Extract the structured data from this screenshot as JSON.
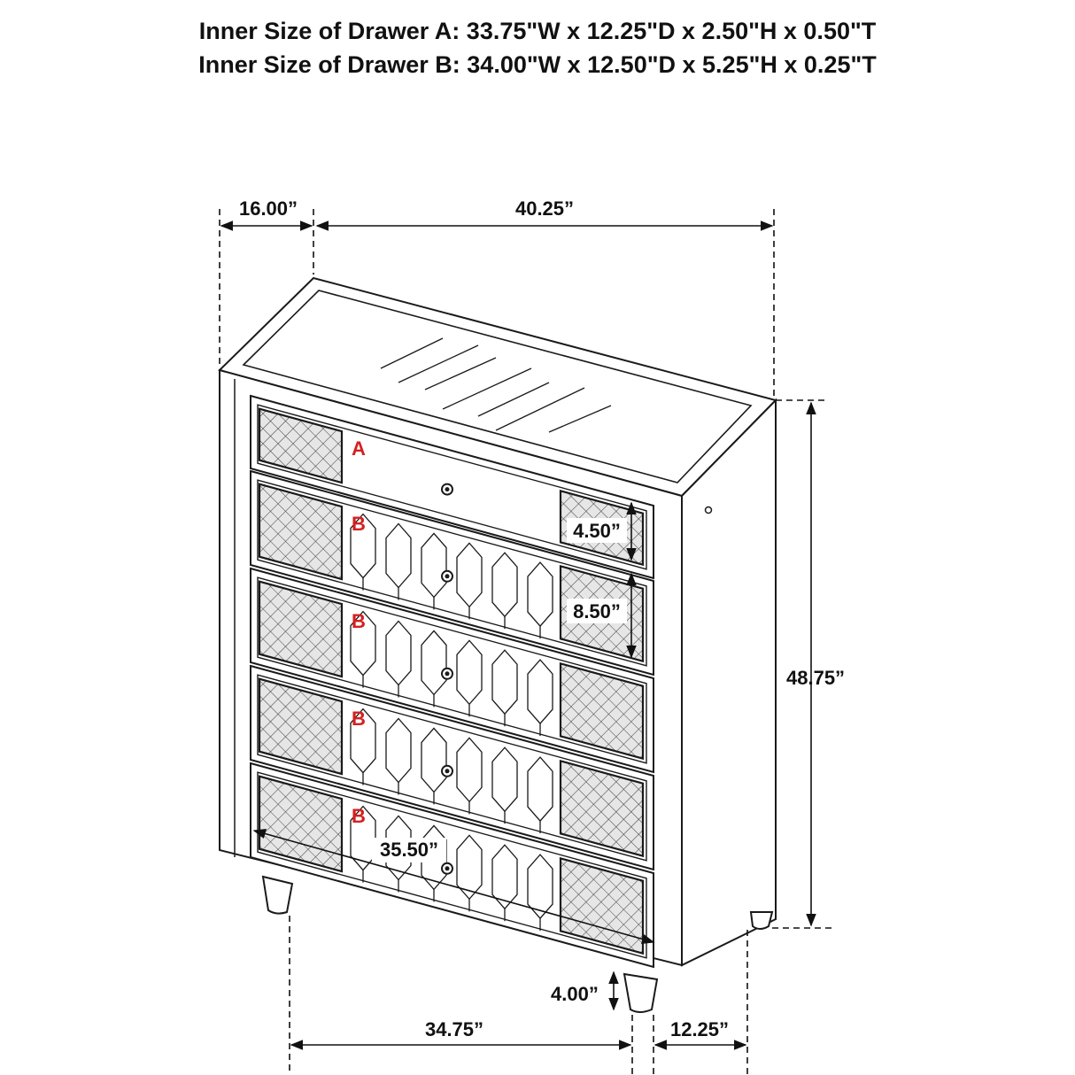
{
  "headings": {
    "drawer_a": "Inner Size of Drawer A: 33.75\"W x 12.25\"D x 2.50\"H x 0.50\"T",
    "drawer_b": "Inner Size of Drawer B: 34.00\"W x 12.50\"D x 5.25\"H x 0.25\"T"
  },
  "dimensions": {
    "depth_top": "16.00”",
    "width_top": "40.25”",
    "height_total": "48.75”",
    "drawer_a_height": "4.50”",
    "drawer_b_height": "8.50”",
    "drawer_inner_width": "35.50”",
    "leg_height": "4.00”",
    "base_width": "34.75”",
    "base_depth": "12.25”"
  },
  "drawer_labels": [
    "A",
    "B",
    "B",
    "B",
    "B"
  ],
  "colors": {
    "line": "#1a1a1a",
    "label_red": "#d42020",
    "panel_fill": "#cfcfcf"
  }
}
